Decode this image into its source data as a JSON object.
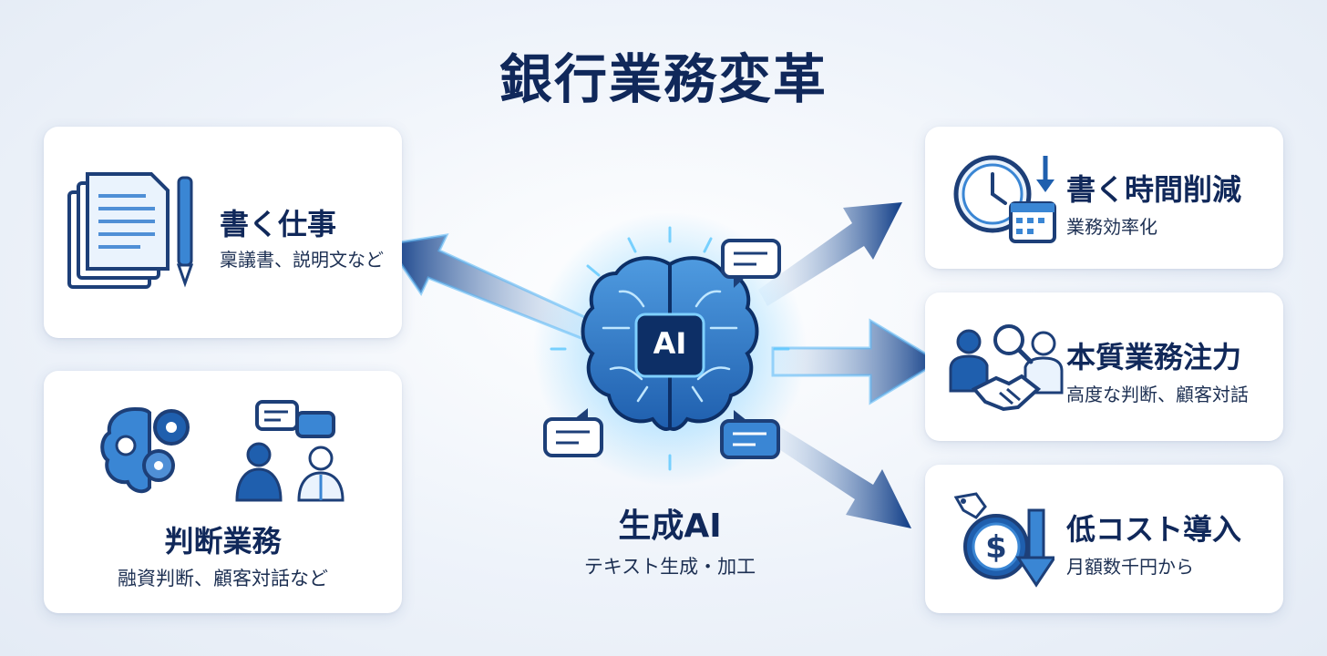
{
  "title": "銀行業務変革",
  "hub": {
    "badge": "AI",
    "label": "生成AI",
    "sublabel": "テキスト生成・加工"
  },
  "left_cards": [
    {
      "title": "書く仕事",
      "subtitle": "稟議書、説明文など"
    },
    {
      "title": "判断業務",
      "subtitle": "融資判断、顧客対話など"
    }
  ],
  "right_cards": [
    {
      "title": "書く時間削減",
      "subtitle": "業務効率化"
    },
    {
      "title": "本質業務注力",
      "subtitle": "高度な判断、顧客対話"
    },
    {
      "title": "低コスト導入",
      "subtitle": "月額数千円から"
    }
  ],
  "icons": [
    "document-pen-icon",
    "brain-gears-icon",
    "consult-people-icon",
    "clock-calendar-icon",
    "handshake-search-icon",
    "dollar-down-icon",
    "ai-brain-icon",
    "chat-bubble-icon"
  ],
  "colors": {
    "navy": "#10285a",
    "blue": "#1f5fae",
    "light_blue": "#5aa6e6",
    "glow": "#7fd0ff",
    "card_bg": "#ffffff"
  }
}
